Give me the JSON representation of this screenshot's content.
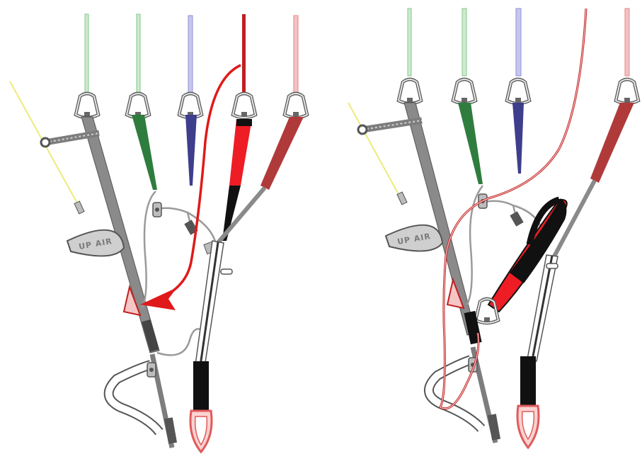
{
  "panels": [
    {
      "id": "before",
      "brand": "UP AIR"
    },
    {
      "id": "after",
      "brand": "UP AIR"
    }
  ],
  "colors": {
    "a_line": "#86c98a",
    "a_strap": "#2f7d3e",
    "b_line": "#8f8fd6",
    "b_strap": "#3e3e8c",
    "c_line": "#c02020",
    "c_strap": "#ee1c24",
    "d_line": "#e98585",
    "d_strap": "#b03a3a",
    "speed_line": "#eeea7a",
    "riser_grey": "#7d7d7d",
    "cord_grey": "#9a9a9a",
    "arrow": "#e01a1a",
    "black_strap": "#111111",
    "loop": "#e05a5a"
  },
  "icons": [
    "carabiner-icon",
    "pulley-icon",
    "ring-icon",
    "arrow-icon"
  ]
}
